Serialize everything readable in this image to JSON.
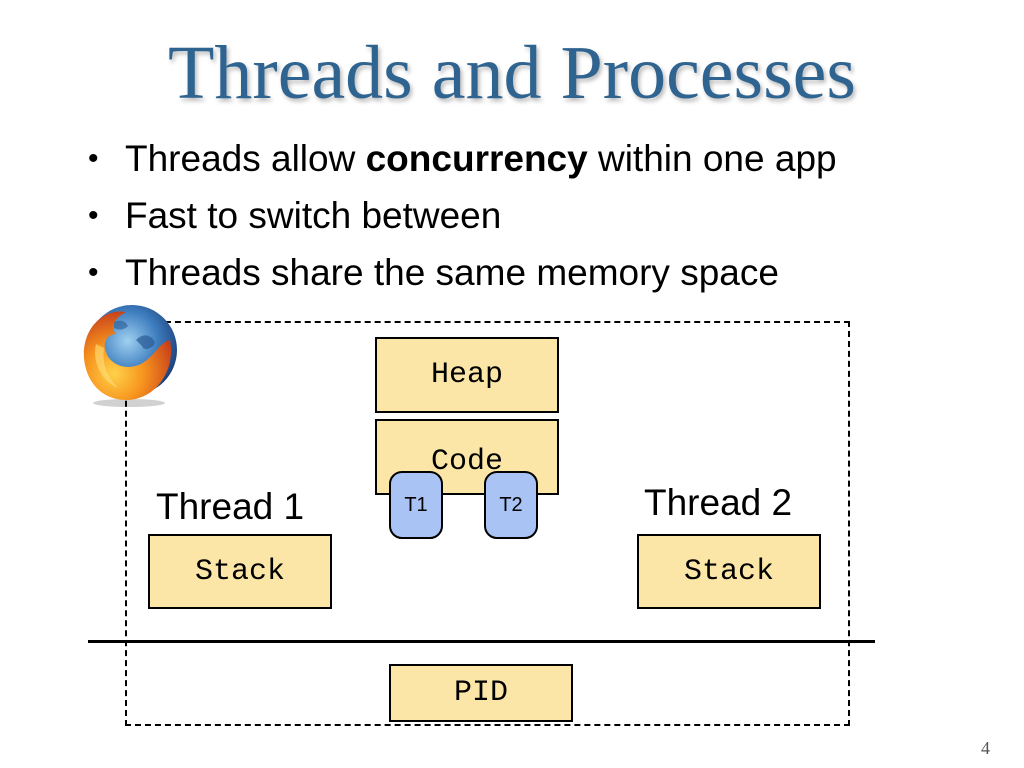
{
  "slide": {
    "title": "Threads and Processes",
    "bullets": [
      {
        "before": "Threads allow ",
        "bold": "concurrency",
        "after": " within one app"
      },
      {
        "before": "Fast to switch between",
        "bold": "",
        "after": ""
      },
      {
        "before": "Threads share the same memory space",
        "bold": "",
        "after": ""
      }
    ],
    "bullet_symbol": "•",
    "page_number": "4"
  },
  "diagram": {
    "heap_label": "Heap",
    "code_label": "Code",
    "pc1_label": "T1",
    "pc2_label": "T2",
    "thread1_label": "Thread 1",
    "thread2_label": "Thread 2",
    "stack1_label": "Stack",
    "stack2_label": "Stack",
    "pid_label": "PID",
    "logo_icon": "firefox-logo-icon",
    "colors": {
      "title": "#2f6390",
      "memory_box_fill": "#fbe6a7",
      "pc_fill": "#aac3f5"
    }
  }
}
